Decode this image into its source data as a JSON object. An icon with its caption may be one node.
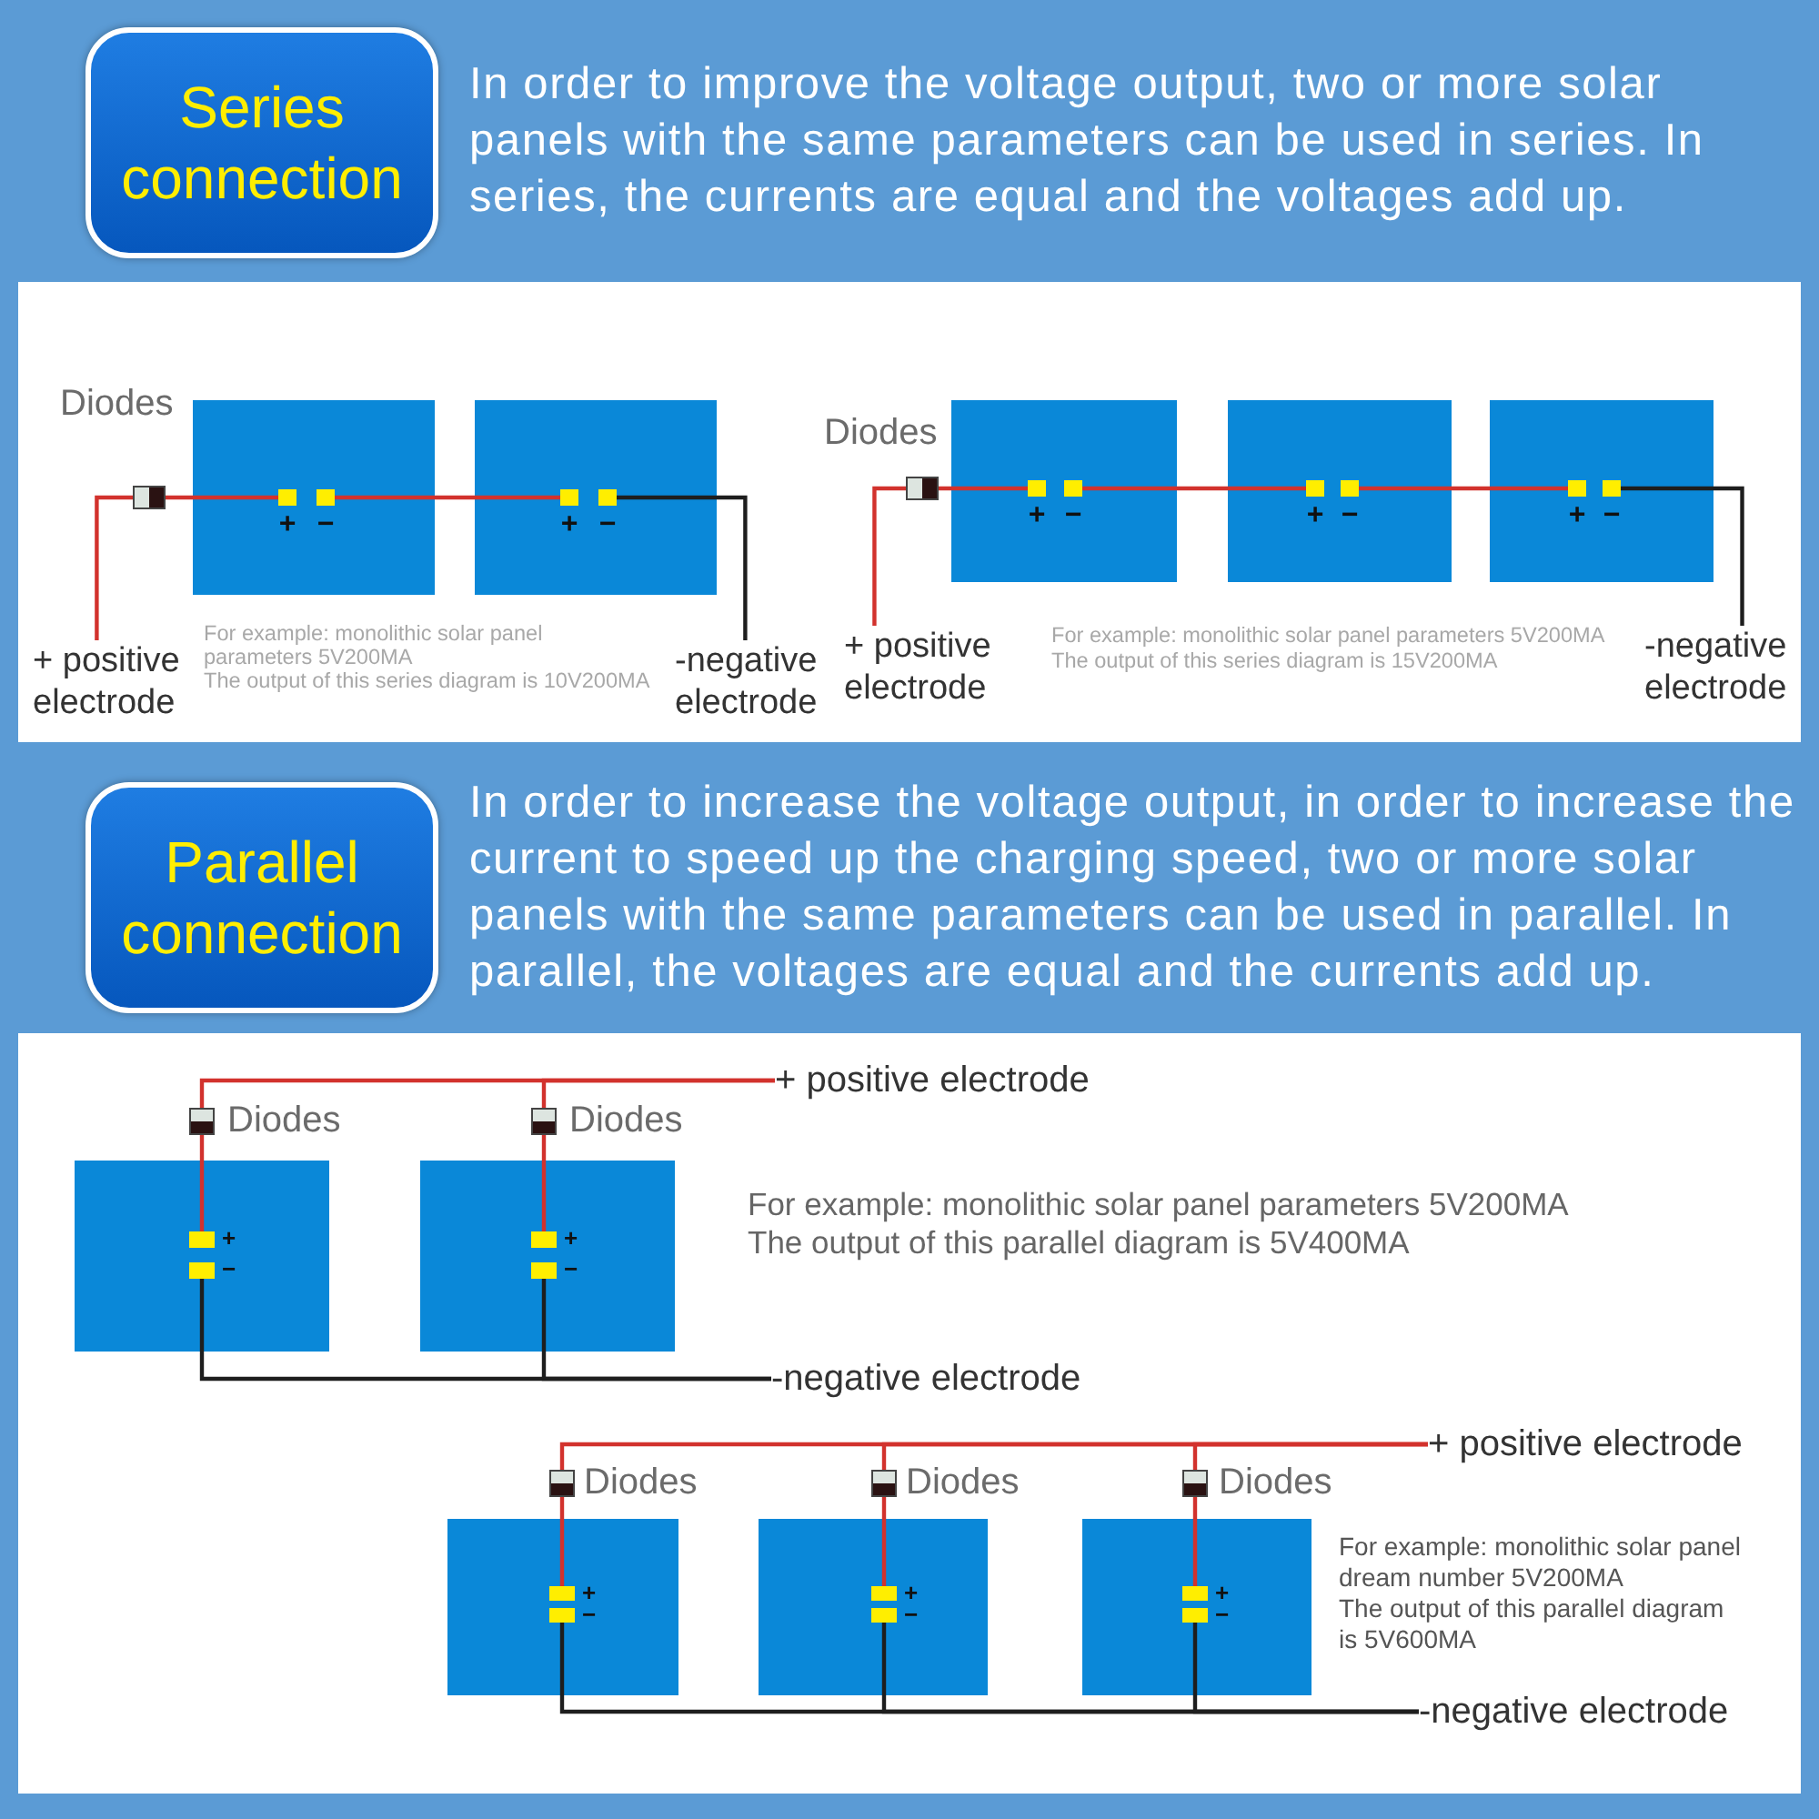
{
  "diagram": {
    "nodes": [
      {
        "text": [
          "Series connection"
        ]
      },
      {
        "text": [],
        "shape": "box",
        "beside": [
          "Diodes"
        ]
      },
      {
        "text": [],
        "shape": "box"
      },
      {
        "text": [],
        "shape": "box",
        "beside": [
          "+"
        ],
        "in": 2
      },
      {
        "text": [],
        "shape": "box",
        "beside": [
          "−"
        ],
        "in": 2
      },
      {
        "text": [],
        "shape": "box"
      },
      {
        "text": [],
        "shape": "box",
        "beside": [
          "+"
        ],
        "in": 5
      },
      {
        "text": [],
        "shape": "box",
        "beside": [
          "−"
        ],
        "in": 5
      },
      {
        "text": [
          "+ positive electrode"
        ]
      },
      {
        "text": [
          "-negative electrode"
        ]
      },
      {
        "text": [],
        "shape": "box",
        "beside": [
          "Diodes"
        ]
      },
      {
        "text": [],
        "shape": "box"
      },
      {
        "text": [],
        "shape": "box",
        "beside": [
          "+"
        ],
        "in": 11
      },
      {
        "text": [],
        "shape": "box",
        "beside": [
          "−"
        ],
        "in": 11
      },
      {
        "text": [],
        "shape": "box"
      },
      {
        "text": [],
        "shape": "box",
        "beside": [
          "+"
        ],
        "in": 14
      },
      {
        "text": [],
        "shape": "box",
        "beside": [
          "−"
        ],
        "in": 14
      },
      {
        "text": [],
        "shape": "box"
      },
      {
        "text": [],
        "shape": "box",
        "beside": [
          "+"
        ],
        "in": 17
      },
      {
        "text": [],
        "shape": "box",
        "beside": [
          "−"
        ],
        "in": 17
      },
      {
        "text": [
          "+ positive electrode"
        ]
      },
      {
        "text": [
          "-negative electrode"
        ]
      },
      {
        "text": [
          "Parallel connection"
        ]
      },
      {
        "text": [
          "+ positive electrode"
        ]
      },
      {
        "text": [],
        "shape": "box",
        "beside": [
          "Diodes"
        ]
      },
      {
        "text": [],
        "shape": "box",
        "beside": [
          "Diodes"
        ]
      },
      {
        "text": [],
        "shape": "box"
      },
      {
        "text": [],
        "shape": "box",
        "beside": [
          "+"
        ],
        "in": 26
      },
      {
        "text": [],
        "shape": "box",
        "beside": [
          "−"
        ],
        "in": 26
      },
      {
        "text": [],
        "shape": "box"
      },
      {
        "text": [],
        "shape": "box",
        "beside": [
          "+"
        ],
        "in": 29
      },
      {
        "text": [],
        "shape": "box",
        "beside": [
          "−"
        ],
        "in": 29
      },
      {
        "text": [
          "-negative electrode"
        ]
      },
      {
        "text": [
          "+ positive electrode"
        ]
      },
      {
        "text": [],
        "shape": "box",
        "beside": [
          "Diodes"
        ]
      },
      {
        "text": [],
        "shape": "box",
        "beside": [
          "Diodes"
        ]
      },
      {
        "text": [],
        "shape": "box",
        "beside": [
          "Diodes"
        ]
      },
      {
        "text": [],
        "shape": "box"
      },
      {
        "text": [],
        "shape": "box",
        "beside": [
          "+"
        ],
        "in": 37
      },
      {
        "text": [],
        "shape": "box",
        "beside": [
          "−"
        ],
        "in": 37
      },
      {
        "text": [],
        "shape": "box"
      },
      {
        "text": [],
        "shape": "box",
        "beside": [
          "+"
        ],
        "in": 40
      },
      {
        "text": [],
        "shape": "box",
        "beside": [
          "−"
        ],
        "in": 40
      },
      {
        "text": [],
        "shape": "box"
      },
      {
        "text": [],
        "shape": "box",
        "beside": [
          "+"
        ],
        "in": 43
      },
      {
        "text": [],
        "shape": "box",
        "beside": [
          "−"
        ],
        "in": 43
      },
      {
        "text": [
          "-negative electrode"
        ]
      }
    ],
    "edges": [
      {
        "from": 8,
        "to": 1,
        "arrow": "none"
      },
      {
        "from": 1,
        "to": 3,
        "arrow": "none"
      },
      {
        "from": 4,
        "to": 6,
        "arrow": "none"
      },
      {
        "from": 7,
        "to": 9,
        "arrow": "none",
        "color": "#1e1e1e"
      },
      {
        "from": 20,
        "to": 10,
        "arrow": "none"
      },
      {
        "from": 10,
        "to": 12,
        "arrow": "none"
      },
      {
        "from": 13,
        "to": 15,
        "arrow": "none"
      },
      {
        "from": 16,
        "to": 18,
        "arrow": "none"
      },
      {
        "from": 19,
        "to": 21,
        "arrow": "none",
        "color": "#1e1e1e"
      },
      {
        "from": 23,
        "to": 24,
        "arrow": "none"
      },
      {
        "from": 23,
        "to": 25,
        "arrow": "none"
      },
      {
        "from": 24,
        "to": 27,
        "arrow": "none"
      },
      {
        "from": 25,
        "to": 30,
        "arrow": "none"
      },
      {
        "from": 28,
        "to": 32,
        "arrow": "none",
        "color": "#1e1e1e"
      },
      {
        "from": 31,
        "to": 32,
        "arrow": "none",
        "color": "#1e1e1e"
      },
      {
        "from": 33,
        "to": 34,
        "arrow": "none"
      },
      {
        "from": 33,
        "to": 35,
        "arrow": "none"
      },
      {
        "from": 33,
        "to": 36,
        "arrow": "none"
      },
      {
        "from": 34,
        "to": 38,
        "arrow": "none"
      },
      {
        "from": 35,
        "to": 41,
        "arrow": "none"
      },
      {
        "from": 36,
        "to": 44,
        "arrow": "none"
      },
      {
        "from": 39,
        "to": 46,
        "arrow": "none",
        "color": "#1e1e1e"
      },
      {
        "from": 42,
        "to": 46,
        "arrow": "none",
        "color": "#1e1e1e"
      },
      {
        "from": 45,
        "to": 46,
        "arrow": "none",
        "color": "#1e1e1e"
      }
    ],
    "labels": [
      "In order to improve the voltage output, two or more solar panels with the same parameters can be used in series. In series, the currents are equal and the voltages add up.",
      "For example: monolithic solar panel parameters 5V200MA",
      "The output of this series diagram is 10V200MA",
      "For example: monolithic solar panel parameters 5V200MA",
      "The output of this series diagram is 15V200MA",
      "In order to increase the voltage output, in order to increase the current to speed up the charging speed, two or more solar panels with the same parameters can be used in parallel. In parallel, the voltages are equal and the currents add up.",
      "For example: monolithic solar panel parameters 5V200MA",
      "The output of this parallel diagram is 5V400MA",
      "For example: monolithic solar panel dream number 5V200MA",
      "The output of this parallel diagram is 5V600MA"
    ]
  }
}
